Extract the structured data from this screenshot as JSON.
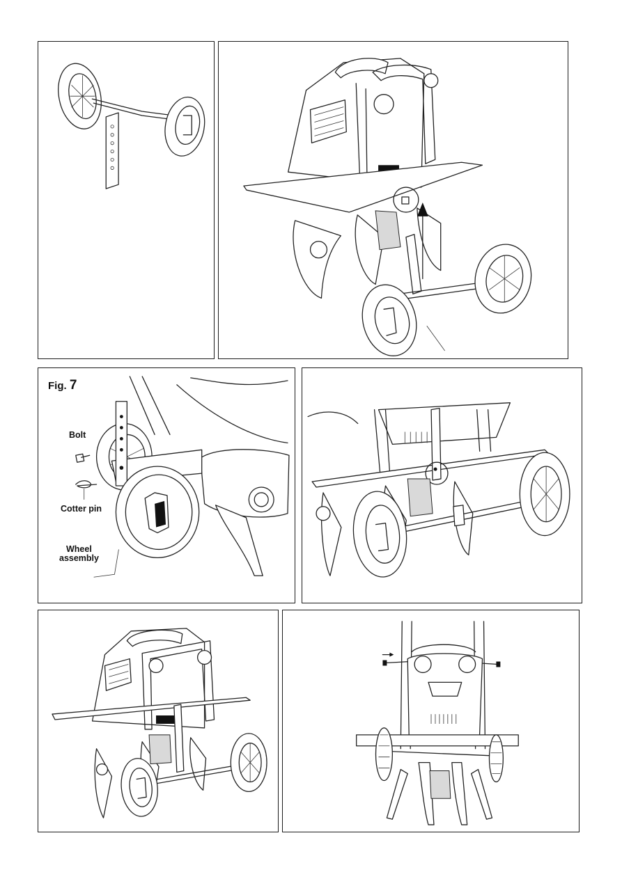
{
  "figure_7": {
    "fig_prefix": "Fig.",
    "fig_number": "7",
    "labels": {
      "bolt": "Bolt",
      "cotter_pin": "Cotter pin",
      "wheel_assembly_line1": "Wheel",
      "wheel_assembly_line2": "assembly"
    }
  }
}
